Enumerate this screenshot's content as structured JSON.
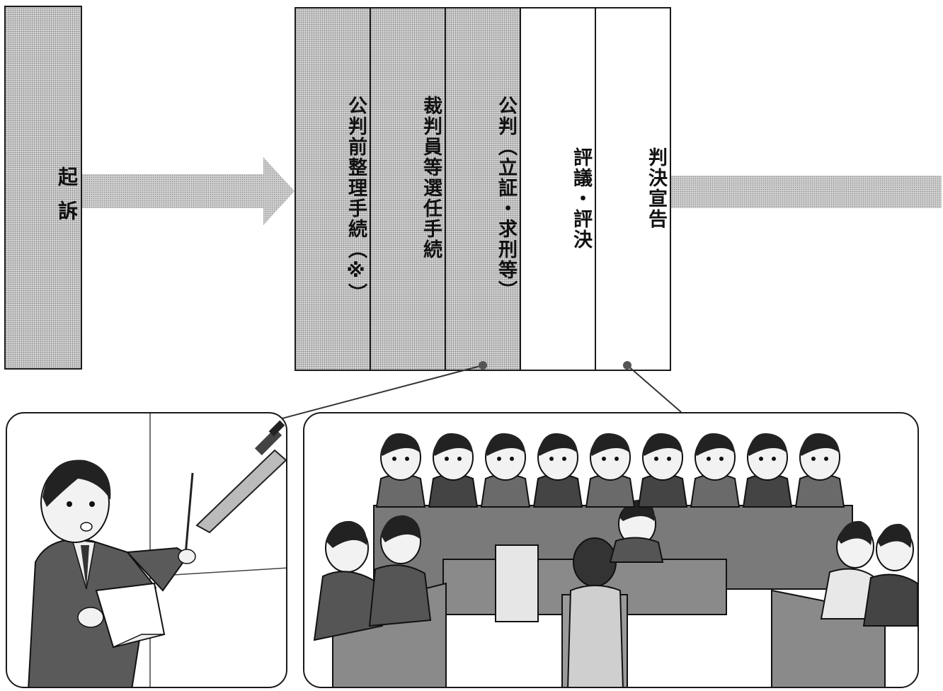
{
  "flow": {
    "start": "起訴",
    "stages": [
      "公判前整理手続（※）",
      "裁判員等選任手続",
      "公判（立証・求刑等）",
      "評議・評決",
      "判決宣告"
    ]
  },
  "illustrations": {
    "left": "prosecutor-presenting-evidence",
    "right": "courtroom-with-judges-and-jurors"
  },
  "colors": {
    "shade": "#d6d6d6",
    "line": "#1a1a1a",
    "arrow": "#c4c4c4"
  }
}
